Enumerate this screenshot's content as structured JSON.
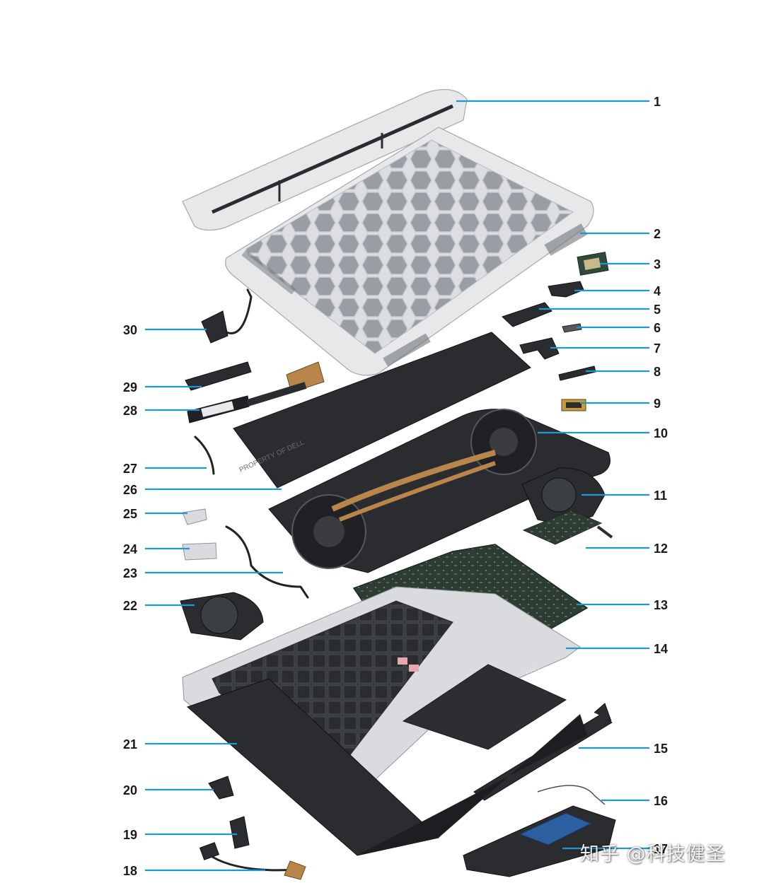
{
  "diagram": {
    "callouts": [
      {
        "number": "1"
      },
      {
        "number": "2"
      },
      {
        "number": "3"
      },
      {
        "number": "4"
      },
      {
        "number": "5"
      },
      {
        "number": "6"
      },
      {
        "number": "7"
      },
      {
        "number": "8"
      },
      {
        "number": "9"
      },
      {
        "number": "10"
      },
      {
        "number": "11"
      },
      {
        "number": "12"
      },
      {
        "number": "13"
      },
      {
        "number": "14"
      },
      {
        "number": "15"
      },
      {
        "number": "16"
      },
      {
        "number": "17"
      },
      {
        "number": "18"
      },
      {
        "number": "19"
      },
      {
        "number": "20"
      },
      {
        "number": "21"
      },
      {
        "number": "22"
      },
      {
        "number": "23"
      },
      {
        "number": "24"
      },
      {
        "number": "25"
      },
      {
        "number": "26"
      },
      {
        "number": "27"
      },
      {
        "number": "28"
      },
      {
        "number": "29"
      },
      {
        "number": "30"
      }
    ],
    "part_labels": {
      "battery": "PROPERTY OF DELL",
      "palmrest_tag": "PPG"
    },
    "watermark": "知乎 @科技健圣",
    "colors": {
      "leader_line": "#1f97d4",
      "callout_text": "#1a1a1a",
      "silver_chassis": "#e6e8ea",
      "dark_parts": "#2a2c30"
    }
  }
}
